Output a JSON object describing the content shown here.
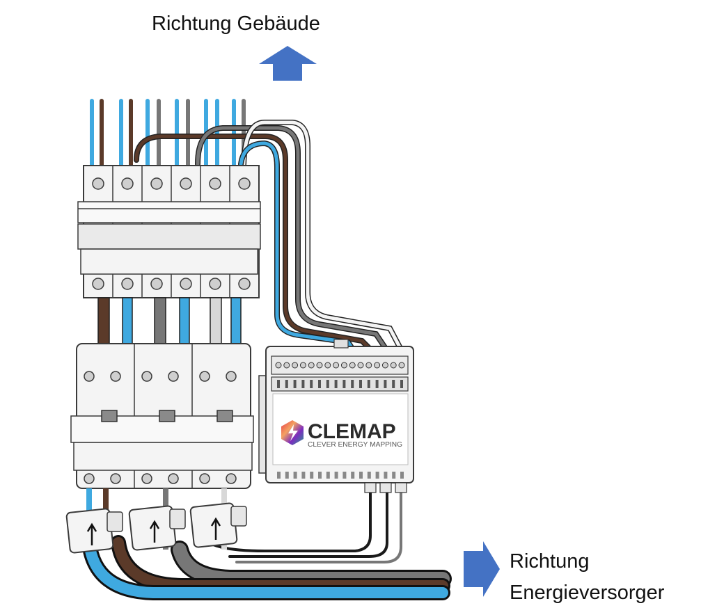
{
  "labels": {
    "top_direction": "Richtung Gebäude",
    "right_direction_line1": "Richtung",
    "right_direction_line2": "Energieversorger"
  },
  "device": {
    "brand": "CLEMAP",
    "tagline": "CLEVER ENERGY MAPPING"
  },
  "colors": {
    "arrow_fill": "#4472C4",
    "wire_blue": "#3FA9E0",
    "wire_brown": "#5B3A29",
    "wire_grey": "#777777",
    "wire_black": "#1A1A1A",
    "outline": "#3A3A3A",
    "housing": "#F4F4F4",
    "brand_text": "#2B2B2B"
  },
  "icons": {
    "up_arrow": "arrow-up-icon",
    "right_arrow": "arrow-right-icon",
    "logo": "hexagon-logo-icon"
  }
}
